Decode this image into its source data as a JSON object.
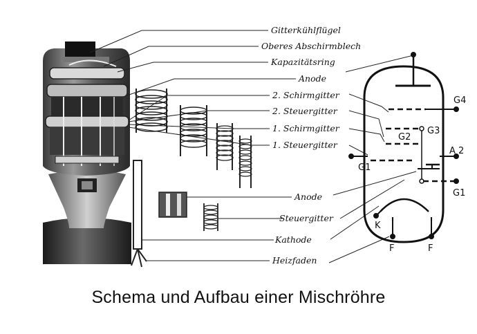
{
  "caption": "Schema und Aufbau einer Mischröhre",
  "labels": {
    "gitterkuehlfluegel": "Gitterkühlflügel",
    "oberes_abschirmblech": "Oberes Abschirmblech",
    "kapazitaetsring": "Kapazitätsring",
    "anode_top": "Anode",
    "schirmgitter2": "2. Schirmgitter",
    "steuergitter2": "2. Steuergitter",
    "schirmgitter1": "1. Schirmgitter",
    "steuergitter1": "1. Steuergitter",
    "anode_bottom": "Anode",
    "steuergitter": "Steuergitter",
    "kathode": "Kathode",
    "heizfaden": "Heizfaden"
  },
  "schematic": {
    "g4": "G4",
    "g3": "G3",
    "g2": "G2",
    "g1_left": "G1",
    "g1_right": "G1",
    "a2": "A 2",
    "k": "K",
    "f_left": "F",
    "f_right": "F"
  }
}
